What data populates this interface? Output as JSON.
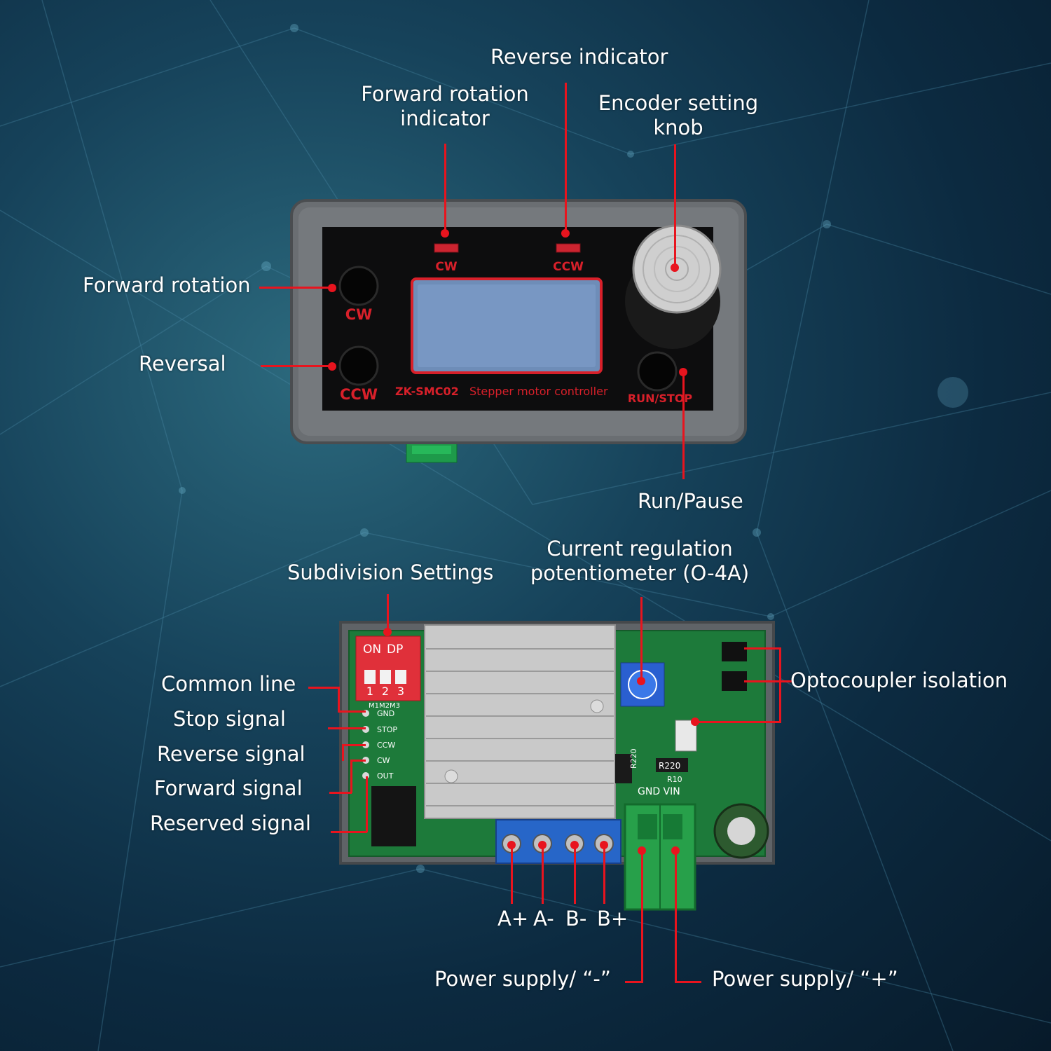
{
  "colors": {
    "accent": "#e8141e",
    "label_text": "#ffffff"
  },
  "labels": {
    "reverse_indicator": "Reverse indicator",
    "forward_indicator_l1": "Forward rotation",
    "forward_indicator_l2": "indicator",
    "encoder_knob_l1": "Encoder setting",
    "encoder_knob_l2": "knob",
    "forward_rotation": "Forward rotation",
    "reversal": "Reversal",
    "run_pause": "Run/Pause",
    "subdivision": "Subdivision Settings",
    "current_pot_l1": "Current regulation",
    "current_pot_l2": "potentiometer (O-4A)",
    "optocoupler": "Optocoupler isolation",
    "common_line": "Common line",
    "stop_signal": "Stop signal",
    "reverse_signal": "Reverse signal",
    "forward_signal": "Forward signal",
    "reserved_signal": "Reserved signal",
    "a_plus": "A+",
    "a_minus": "A-",
    "b_minus": "B-",
    "b_plus": "B+",
    "power_minus": "Power supply/ “-”",
    "power_plus": "Power supply/ “+”"
  },
  "panel": {
    "led_cw": "CW",
    "led_ccw": "CCW",
    "btn_cw": "CW",
    "btn_ccw": "CCW",
    "model": "ZK-SMC02",
    "model_desc": "Stepper motor controller",
    "run_stop": "RUN/STOP"
  },
  "pcb": {
    "dip_on": "ON",
    "dip_dp": "DP",
    "dip_n1": "1",
    "dip_n2": "2",
    "dip_n3": "3",
    "dip_modes": "M1M2M3",
    "pin_gnd": "GND",
    "pin_stop": "STOP",
    "pin_ccw": "CCW",
    "pin_cw": "CW",
    "pin_out": "OUT",
    "resistor_r220": "R220",
    "resistor_r10": "R10",
    "power_pins": "GND VIN"
  }
}
